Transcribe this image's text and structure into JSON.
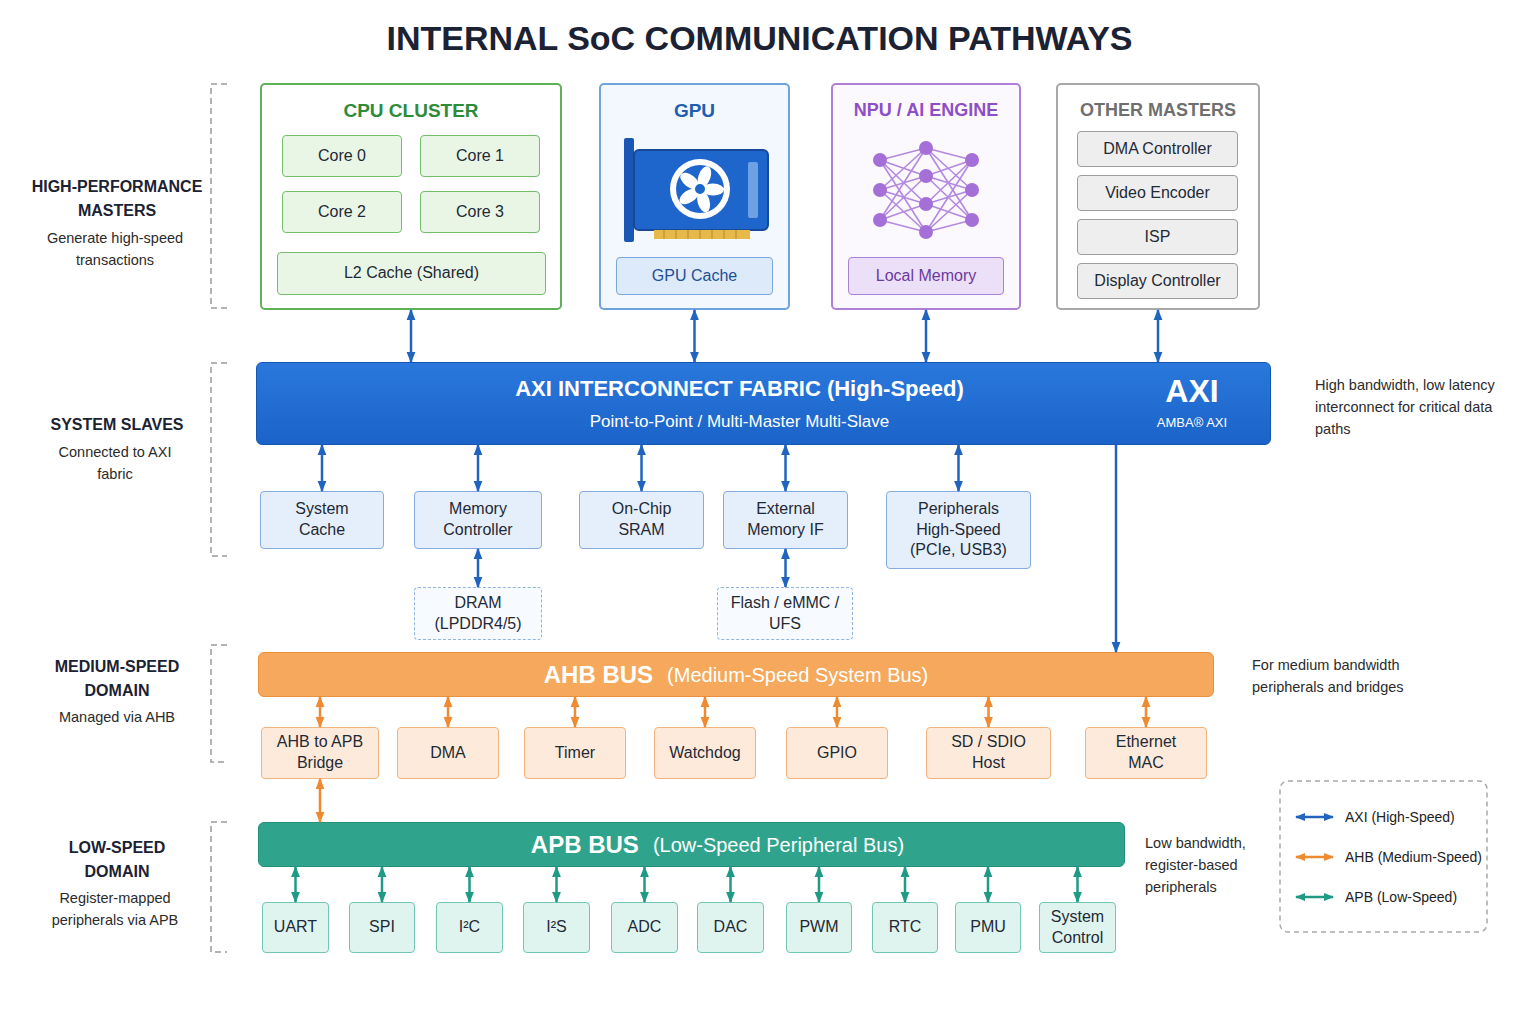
{
  "diagram": {
    "title": "INTERNAL SoC COMMUNICATION PATHWAYS",
    "nodes": [
      {
        "text": [
          "CPU CLUSTER"
        ]
      },
      {
        "text": [
          "Core 0"
        ],
        "in": 0
      },
      {
        "text": [
          "Core 1"
        ],
        "in": 0
      },
      {
        "text": [
          "Core 2"
        ],
        "in": 0
      },
      {
        "text": [
          "Core 3"
        ],
        "in": 0
      },
      {
        "text": [
          "L2 Cache (Shared)"
        ],
        "in": 0
      },
      {
        "text": [
          "GPU"
        ]
      },
      {
        "text": [
          "GPU Cache"
        ],
        "in": 6
      },
      {
        "text": [
          "NPU / AI ENGINE"
        ]
      },
      {
        "text": [
          "Local Memory"
        ],
        "in": 8
      },
      {
        "text": [
          "OTHER MASTERS"
        ]
      },
      {
        "text": [
          "DMA Controller"
        ],
        "in": 10
      },
      {
        "text": [
          "Video Encoder"
        ],
        "in": 10
      },
      {
        "text": [
          "ISP"
        ],
        "in": 10
      },
      {
        "text": [
          "Display Controller"
        ],
        "in": 10
      },
      {
        "text": [
          "AXI INTERCONNECT FABRIC (High-Speed)",
          "Point-to-Point / Multi-Master Multi-Slave",
          "AXI",
          "AMBA® AXI"
        ]
      },
      {
        "text": [
          "System Cache"
        ]
      },
      {
        "text": [
          "Memory Controller"
        ]
      },
      {
        "text": [
          "On-Chip SRAM"
        ]
      },
      {
        "text": [
          "External Memory IF"
        ]
      },
      {
        "text": [
          "Peripherals High-Speed (PCIe, USB3)"
        ]
      },
      {
        "text": [
          "DRAM (LPDDR4/5)"
        ]
      },
      {
        "text": [
          "Flash / eMMC / UFS"
        ]
      },
      {
        "text": [
          "AHB BUS",
          "(Medium-Speed System Bus)"
        ]
      },
      {
        "text": [
          "AHB to APB Bridge"
        ]
      },
      {
        "text": [
          "DMA"
        ]
      },
      {
        "text": [
          "Timer"
        ]
      },
      {
        "text": [
          "Watchdog"
        ]
      },
      {
        "text": [
          "GPIO"
        ]
      },
      {
        "text": [
          "SD / SDIO Host"
        ]
      },
      {
        "text": [
          "Ethernet MAC"
        ]
      },
      {
        "text": [
          "APB BUS",
          "(Low-Speed Peripheral Bus)"
        ]
      },
      {
        "text": [
          "UART"
        ]
      },
      {
        "text": [
          "SPI"
        ]
      },
      {
        "text": [
          "I²C"
        ]
      },
      {
        "text": [
          "I²S"
        ]
      },
      {
        "text": [
          "ADC"
        ]
      },
      {
        "text": [
          "DAC"
        ]
      },
      {
        "text": [
          "PWM"
        ]
      },
      {
        "text": [
          "RTC"
        ]
      },
      {
        "text": [
          "PMU"
        ]
      },
      {
        "text": [
          "System Control"
        ]
      }
    ],
    "edges": [
      {
        "from": 0,
        "to": 15,
        "arrow": "both"
      },
      {
        "from": 6,
        "to": 15,
        "arrow": "both"
      },
      {
        "from": 8,
        "to": 15,
        "arrow": "both"
      },
      {
        "from": 10,
        "to": 15,
        "arrow": "both"
      },
      {
        "from": 15,
        "to": 16,
        "arrow": "both"
      },
      {
        "from": 15,
        "to": 17,
        "arrow": "both"
      },
      {
        "from": 15,
        "to": 18,
        "arrow": "both"
      },
      {
        "from": 15,
        "to": 19,
        "arrow": "both"
      },
      {
        "from": 15,
        "to": 20,
        "arrow": "both"
      },
      {
        "from": 17,
        "to": 21,
        "arrow": "both"
      },
      {
        "from": 19,
        "to": 22,
        "arrow": "both"
      },
      {
        "from": 15,
        "to": 23,
        "arrow": "to"
      },
      {
        "from": 23,
        "to": 24,
        "arrow": "both"
      },
      {
        "from": 23,
        "to": 25,
        "arrow": "both"
      },
      {
        "from": 23,
        "to": 26,
        "arrow": "both"
      },
      {
        "from": 23,
        "to": 27,
        "arrow": "both"
      },
      {
        "from": 23,
        "to": 28,
        "arrow": "both"
      },
      {
        "from": 23,
        "to": 29,
        "arrow": "both"
      },
      {
        "from": 23,
        "to": 30,
        "arrow": "both"
      },
      {
        "from": 24,
        "to": 31,
        "arrow": "both"
      },
      {
        "from": 31,
        "to": 32,
        "arrow": "both"
      },
      {
        "from": 31,
        "to": 33,
        "arrow": "both"
      },
      {
        "from": 31,
        "to": 34,
        "arrow": "both"
      },
      {
        "from": 31,
        "to": 35,
        "arrow": "both"
      },
      {
        "from": 31,
        "to": 36,
        "arrow": "both"
      },
      {
        "from": 31,
        "to": 37,
        "arrow": "both"
      },
      {
        "from": 31,
        "to": 38,
        "arrow": "both"
      },
      {
        "from": 31,
        "to": 39,
        "arrow": "both"
      },
      {
        "from": 31,
        "to": 40,
        "arrow": "both"
      },
      {
        "from": 31,
        "to": 41,
        "arrow": "both"
      }
    ],
    "labels": [
      "HIGH-PERFORMANCE MASTERS",
      "Generate high-speed transactions",
      "SYSTEM SLAVES",
      "Connected to AXI fabric",
      "MEDIUM-SPEED DOMAIN",
      "Managed via AHB",
      "LOW-SPEED DOMAIN",
      "Register-mapped peripherals via APB",
      "High bandwidth, low latency interconnect for critical data paths",
      "For medium bandwidth peripherals and bridges",
      "Low bandwidth, register-based peripherals"
    ],
    "legend": [
      {
        "text": "AXI (High-Speed)"
      },
      {
        "text": "AHB (Medium-Speed)"
      },
      {
        "text": "APB (Low-Speed)"
      }
    ]
  }
}
